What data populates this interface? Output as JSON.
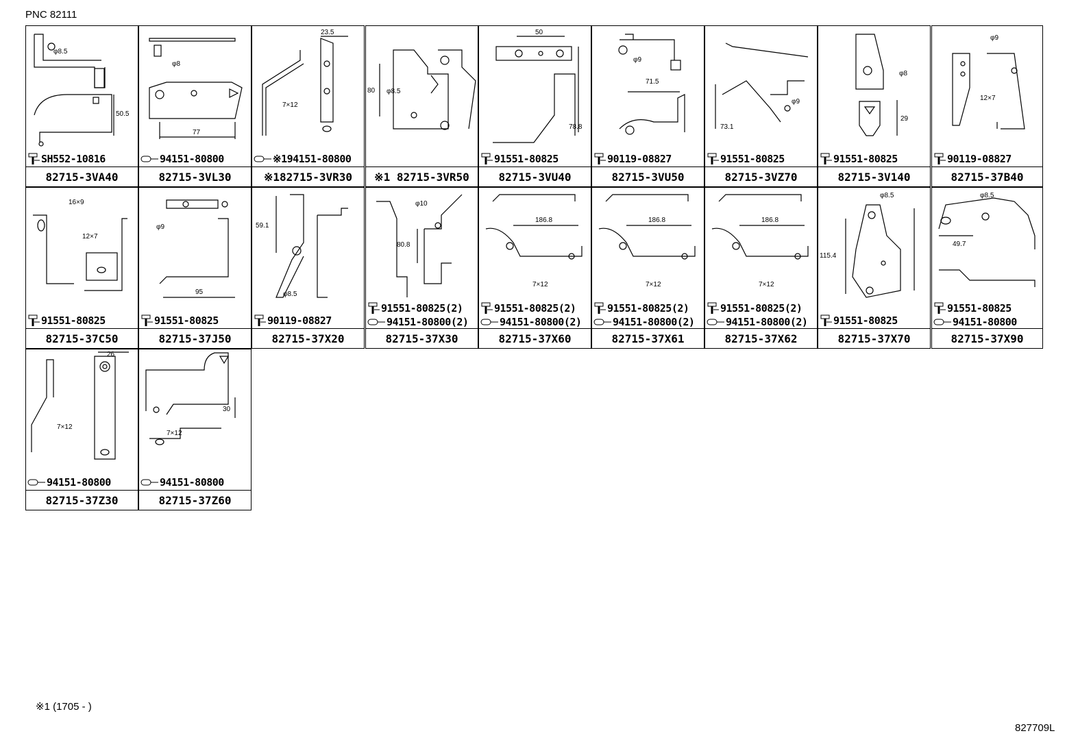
{
  "header": "PNC 82111",
  "cells": [
    {
      "part": "82715-3VA40",
      "fasteners": [
        {
          "icon": "bolt-icon",
          "code": "SH552-10816"
        }
      ],
      "dims": [
        "φ8.5",
        "50.5"
      ]
    },
    {
      "part": "82715-3VL30",
      "fasteners": [
        {
          "icon": "clip-icon",
          "code": "94151-80800"
        }
      ],
      "dims": [
        "φ8",
        "77"
      ]
    },
    {
      "part": "※182715-3VR30",
      "fasteners": [
        {
          "icon": "clip-icon",
          "code": "※194151-80800"
        }
      ],
      "dims": [
        "23.5",
        "7×12"
      ]
    },
    {
      "part": "※1 82715-3VR50",
      "fasteners": [],
      "dims": [
        "80",
        "φ8.5"
      ]
    },
    {
      "part": "82715-3VU40",
      "fasteners": [
        {
          "icon": "bolt-icon",
          "code": "91551-80825"
        }
      ],
      "dims": [
        "50",
        "78.8"
      ]
    },
    {
      "part": "82715-3VU50",
      "fasteners": [
        {
          "icon": "bolt-icon",
          "code": "90119-08827"
        }
      ],
      "dims": [
        "φ9",
        "71.5"
      ]
    },
    {
      "part": "82715-3VZ70",
      "fasteners": [
        {
          "icon": "bolt-icon",
          "code": "91551-80825"
        }
      ],
      "dims": [
        "φ9",
        "73.1"
      ]
    },
    {
      "part": "82715-3V140",
      "fasteners": [
        {
          "icon": "bolt-icon",
          "code": "91551-80825"
        }
      ],
      "dims": [
        "φ8",
        "29"
      ]
    },
    {
      "part": "82715-37B40",
      "fasteners": [
        {
          "icon": "bolt-icon",
          "code": "90119-08827"
        }
      ],
      "dims": [
        "φ9",
        "12×7"
      ]
    },
    {
      "part": "82715-37C50",
      "fasteners": [
        {
          "icon": "bolt-icon",
          "code": "91551-80825"
        }
      ],
      "dims": [
        "16×9",
        "12×7"
      ]
    },
    {
      "part": "82715-37J50",
      "fasteners": [
        {
          "icon": "bolt-icon",
          "code": "91551-80825"
        }
      ],
      "dims": [
        "φ9",
        "95"
      ]
    },
    {
      "part": "82715-37X20",
      "fasteners": [
        {
          "icon": "bolt-icon",
          "code": "90119-08827"
        }
      ],
      "dims": [
        "59.1",
        "φ8.5"
      ]
    },
    {
      "part": "82715-37X30",
      "fasteners": [
        {
          "icon": "bolt-icon",
          "code": "91551-80825(2)"
        },
        {
          "icon": "clip-icon",
          "code": "94151-80800(2)"
        }
      ],
      "dims": [
        "φ10",
        "80.8"
      ]
    },
    {
      "part": "82715-37X60",
      "fasteners": [
        {
          "icon": "bolt-icon",
          "code": "91551-80825(2)"
        },
        {
          "icon": "clip-icon",
          "code": "94151-80800(2)"
        }
      ],
      "dims": [
        "186.8",
        "7×12"
      ]
    },
    {
      "part": "82715-37X61",
      "fasteners": [
        {
          "icon": "bolt-icon",
          "code": "91551-80825(2)"
        },
        {
          "icon": "clip-icon",
          "code": "94151-80800(2)"
        }
      ],
      "dims": [
        "186.8",
        "7×12"
      ]
    },
    {
      "part": "82715-37X62",
      "fasteners": [
        {
          "icon": "bolt-icon",
          "code": "91551-80825(2)"
        },
        {
          "icon": "clip-icon",
          "code": "94151-80800(2)"
        }
      ],
      "dims": [
        "186.8",
        "7×12"
      ]
    },
    {
      "part": "82715-37X70",
      "fasteners": [
        {
          "icon": "bolt-icon",
          "code": "91551-80825"
        }
      ],
      "dims": [
        "φ8.5",
        "115.4"
      ]
    },
    {
      "part": "82715-37X90",
      "fasteners": [
        {
          "icon": "bolt-icon",
          "code": "91551-80825"
        },
        {
          "icon": "clip-icon",
          "code": "94151-80800"
        }
      ],
      "dims": [
        "φ8.5",
        "49.7"
      ]
    },
    {
      "part": "82715-37Z30",
      "fasteners": [
        {
          "icon": "clip-icon",
          "code": "94151-80800"
        }
      ],
      "dims": [
        "26",
        "7×12"
      ]
    },
    {
      "part": "82715-37Z60",
      "fasteners": [
        {
          "icon": "clip-icon",
          "code": "94151-80800"
        }
      ],
      "dims": [
        "30",
        "7×12"
      ]
    }
  ],
  "footnote": "※1 (1705 -     )",
  "drawing_code": "827709L"
}
